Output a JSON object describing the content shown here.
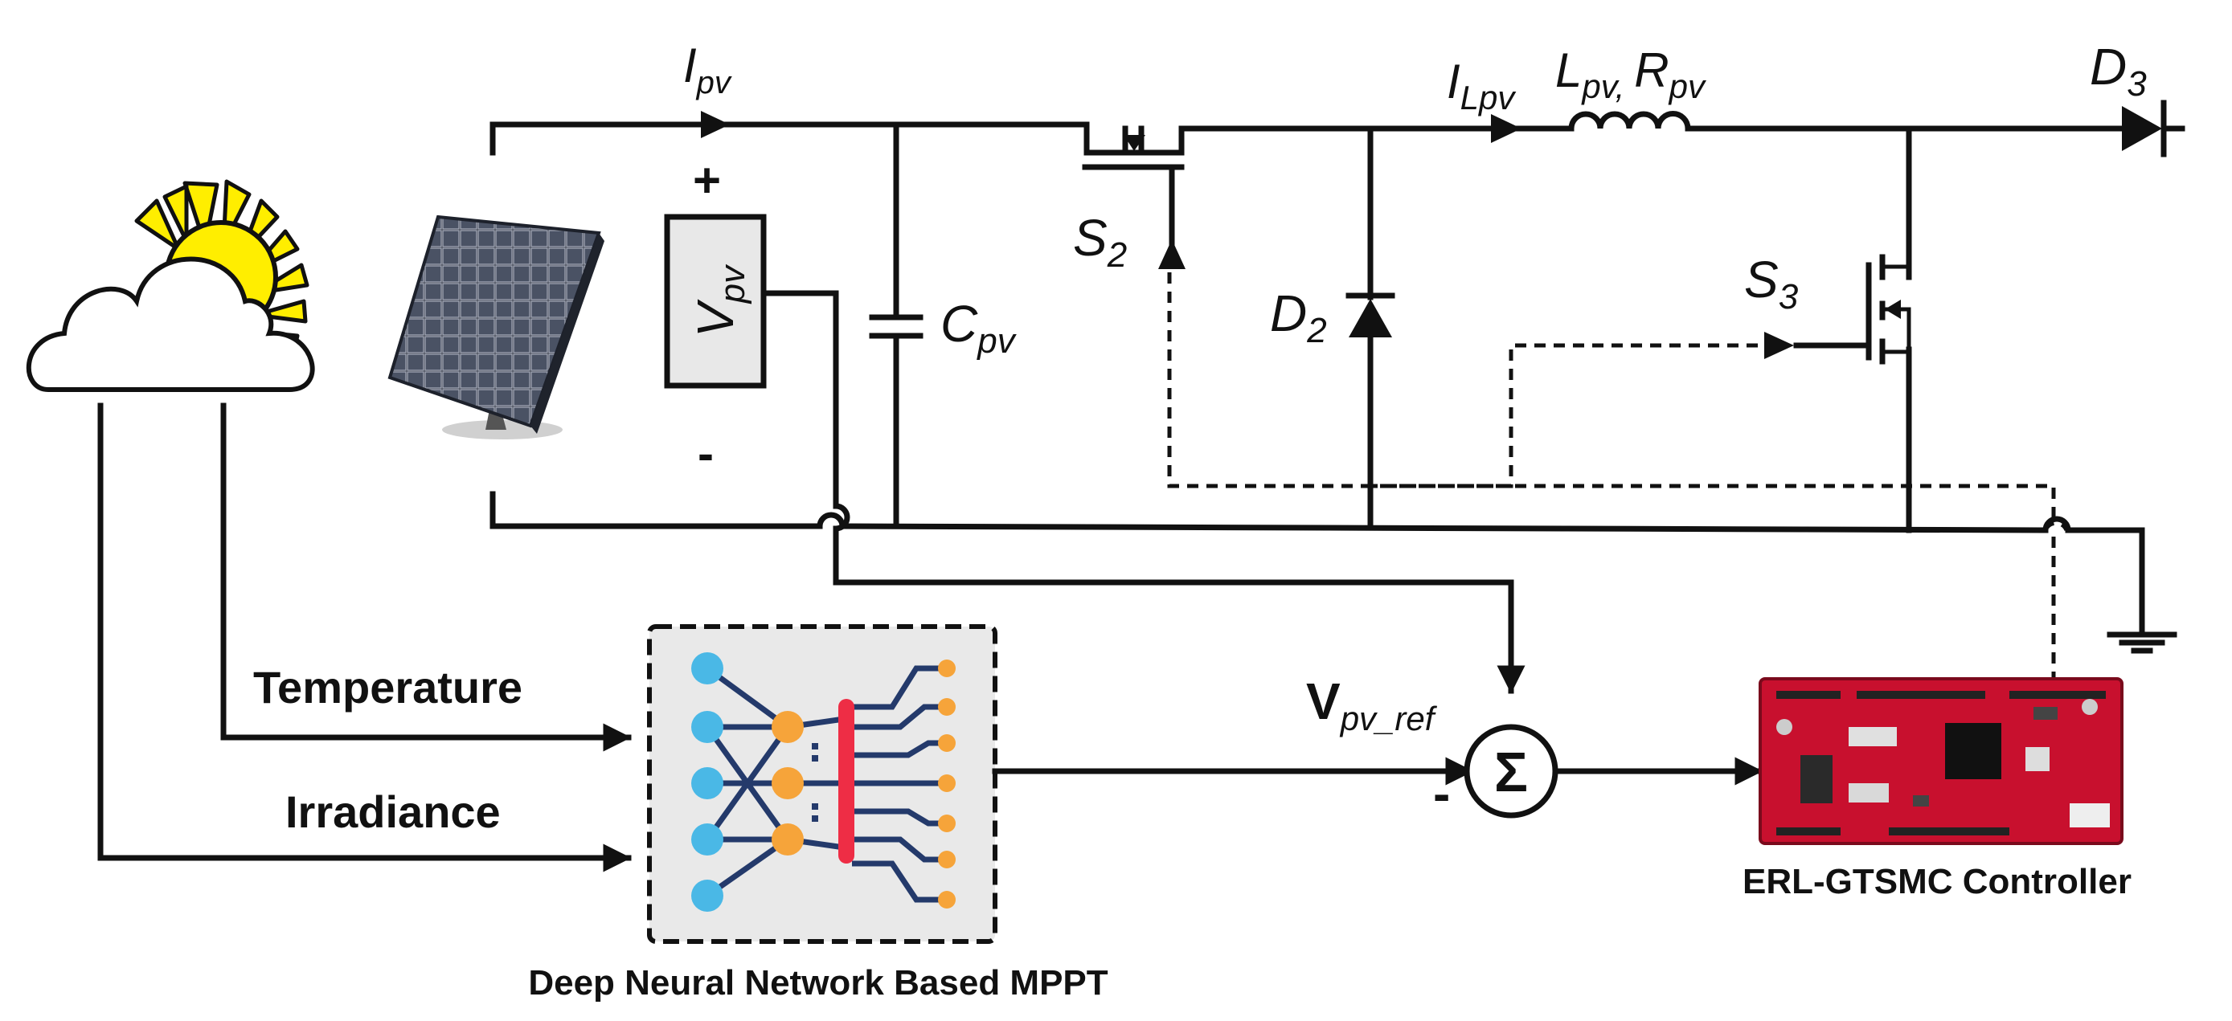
{
  "labels": {
    "ipv_main": "I",
    "ipv_sub": "pv",
    "plus": "+",
    "minus": "-",
    "vpv_main": "V",
    "vpv_sub": "pv",
    "cpv_main": "C",
    "cpv_sub": "pv",
    "s2_main": "S",
    "s2_sub": "2",
    "d2_main": "D",
    "d2_sub": "2",
    "ilpv_main": "I",
    "ilpv_sub": "Lpv",
    "lpv_main": "L",
    "lpv_sub": "pv,",
    "rpv_main": "R",
    "rpv_sub": "pv",
    "s3_main": "S",
    "s3_sub": "3",
    "d3_main": "D",
    "d3_sub": "3",
    "vref_main": "V",
    "vref_sub": "pv_ref",
    "sum_minus": "-",
    "sigma": "Σ",
    "temperature": "Temperature",
    "irradiance": "Irradiance",
    "dnn_caption": "Deep Neural Network Based MPPT",
    "controller_caption": "ERL-GTSMC Controller"
  },
  "colors": {
    "wire": "#111111",
    "sun": "#ffee00",
    "dnn_bg": "#e9e9e9",
    "node_blue": "#4ab8e6",
    "node_orange": "#f6a43a",
    "edge_navy": "#243a6b",
    "bar_red": "#ee2d45",
    "board_red": "#c8102e",
    "panel": "#3c4250"
  }
}
